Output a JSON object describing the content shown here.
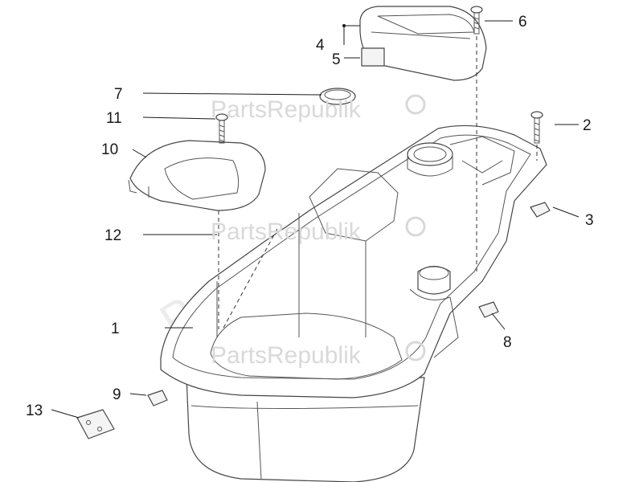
{
  "watermark": {
    "brand": "PartsRepublik"
  },
  "callouts": [
    {
      "id": "1",
      "label": "1"
    },
    {
      "id": "2",
      "label": "2"
    },
    {
      "id": "3",
      "label": "3"
    },
    {
      "id": "4",
      "label": "4"
    },
    {
      "id": "5",
      "label": "5"
    },
    {
      "id": "6",
      "label": "6"
    },
    {
      "id": "7",
      "label": "7"
    },
    {
      "id": "8",
      "label": "8"
    },
    {
      "id": "9",
      "label": "9"
    },
    {
      "id": "10",
      "label": "10"
    },
    {
      "id": "11",
      "label": "11"
    },
    {
      "id": "12",
      "label": "12"
    },
    {
      "id": "13",
      "label": "13"
    }
  ],
  "colors": {
    "line": "#444444",
    "watermark": "#d9d9d9",
    "text": "#1a1a1a"
  }
}
